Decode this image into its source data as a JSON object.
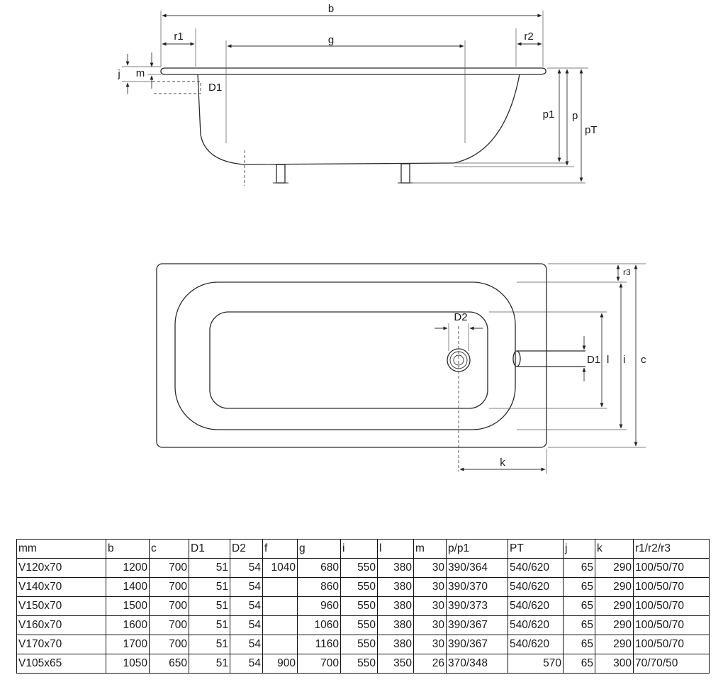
{
  "side_view": {
    "labels": {
      "b": "b",
      "g": "g",
      "r1": "r1",
      "r2": "r2",
      "j": "j",
      "m": "m",
      "D1": "D1",
      "p1": "p1",
      "p": "p",
      "pT": "pT"
    }
  },
  "top_view": {
    "labels": {
      "D2": "D2",
      "D1": "D1",
      "l": "l",
      "i": "i",
      "c": "c",
      "r3": "r3",
      "k": "k"
    }
  },
  "table": {
    "headers": [
      "mm",
      "b",
      "c",
      "D1",
      "D2",
      "f",
      "g",
      "i",
      "l",
      "m",
      "p/p1",
      "PT",
      "j",
      "k",
      "r1/r2/r3"
    ],
    "rows": [
      [
        "V120x70",
        "1200",
        "700",
        "51",
        "54",
        "1040",
        "680",
        "550",
        "380",
        "30",
        "390/364",
        "540/620",
        "65",
        "290",
        "100/50/70"
      ],
      [
        "V140x70",
        "1400",
        "700",
        "51",
        "54",
        "",
        "860",
        "550",
        "380",
        "30",
        "390/370",
        "540/620",
        "65",
        "290",
        "100/50/70"
      ],
      [
        "V150x70",
        "1500",
        "700",
        "51",
        "54",
        "",
        "960",
        "550",
        "380",
        "30",
        "390/373",
        "540/620",
        "65",
        "290",
        "100/50/70"
      ],
      [
        "V160x70",
        "1600",
        "700",
        "51",
        "54",
        "",
        "1060",
        "550",
        "380",
        "30",
        "390/367",
        "540/620",
        "65",
        "290",
        "100/50/70"
      ],
      [
        "V170x70",
        "1700",
        "700",
        "51",
        "54",
        "",
        "1160",
        "550",
        "380",
        "30",
        "390/367",
        "540/620",
        "65",
        "290",
        "100/50/70"
      ],
      [
        "V105x65",
        "1050",
        "650",
        "51",
        "54",
        "900",
        "700",
        "550",
        "350",
        "26",
        "370/348",
        "570",
        "65",
        "300",
        "70/70/50"
      ]
    ]
  }
}
